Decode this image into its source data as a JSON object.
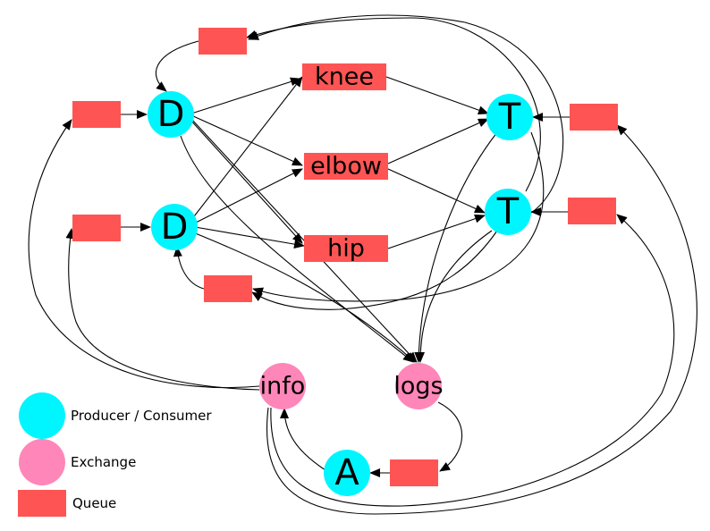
{
  "colors": {
    "producer_consumer": "#00f6ff",
    "exchange": "#ff86b8",
    "queue": "#ff5454",
    "edge": "#000000"
  },
  "nodes": {
    "d_top": "D",
    "d_bottom": "D",
    "t_top": "T",
    "t_bottom": "T",
    "a": "A",
    "info": "info",
    "logs": "logs",
    "queue_knee": "knee",
    "queue_elbow": "elbow",
    "queue_hip": "hip"
  },
  "legend": {
    "producer_consumer": "Producer / Consumer",
    "exchange": "Exchange",
    "queue": "Queue"
  }
}
